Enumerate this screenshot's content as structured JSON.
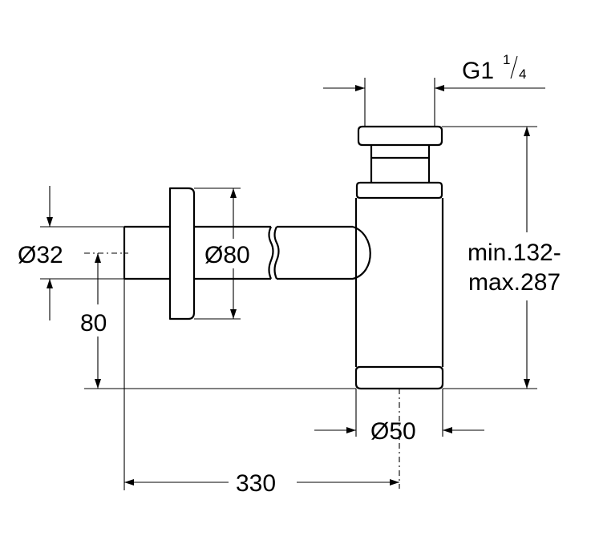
{
  "dimensions": {
    "pipe_diameter": "Ø32",
    "rosette_diameter": "Ø80",
    "height": "80",
    "length": "330",
    "body_diameter": "Ø50",
    "height_range": [
      "min.132-",
      "max.287"
    ],
    "thread": {
      "base": "G1",
      "num": "1",
      "den": "4"
    }
  },
  "colors": {
    "line": "#000000",
    "background": "#ffffff"
  }
}
